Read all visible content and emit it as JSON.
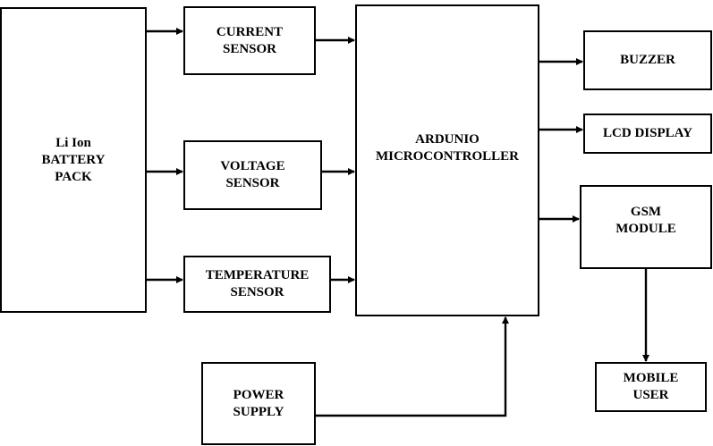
{
  "diagram": {
    "blocks": {
      "battery": {
        "lines": [
          "Li Ion",
          "BATTERY",
          "PACK"
        ]
      },
      "current_sensor": {
        "lines": [
          "CURRENT",
          "SENSOR"
        ]
      },
      "voltage_sensor": {
        "lines": [
          "VOLTAGE",
          "SENSOR"
        ]
      },
      "temperature_sensor": {
        "lines": [
          "TEMPERATURE",
          "SENSOR"
        ]
      },
      "microcontroller": {
        "lines": [
          "ARDUNIO",
          "MICROCONTROLLER"
        ]
      },
      "power_supply": {
        "lines": [
          "POWER",
          "SUPPLY"
        ]
      },
      "buzzer": {
        "lines": [
          "BUZZER"
        ]
      },
      "lcd_display": {
        "lines": [
          "LCD DISPLAY"
        ]
      },
      "gsm_module": {
        "lines": [
          "GSM",
          "MODULE"
        ]
      },
      "mobile_user": {
        "lines": [
          "MOBILE",
          "USER"
        ]
      }
    },
    "connections": [
      {
        "from": "battery",
        "to": "current_sensor"
      },
      {
        "from": "battery",
        "to": "voltage_sensor"
      },
      {
        "from": "battery",
        "to": "temperature_sensor"
      },
      {
        "from": "current_sensor",
        "to": "microcontroller"
      },
      {
        "from": "voltage_sensor",
        "to": "microcontroller"
      },
      {
        "from": "temperature_sensor",
        "to": "microcontroller"
      },
      {
        "from": "power_supply",
        "to": "microcontroller"
      },
      {
        "from": "microcontroller",
        "to": "buzzer"
      },
      {
        "from": "microcontroller",
        "to": "lcd_display"
      },
      {
        "from": "microcontroller",
        "to": "gsm_module"
      },
      {
        "from": "gsm_module",
        "to": "mobile_user"
      }
    ],
    "colors": {
      "stroke": "#000000",
      "fill": "#ffffff",
      "text": "#000000"
    }
  }
}
